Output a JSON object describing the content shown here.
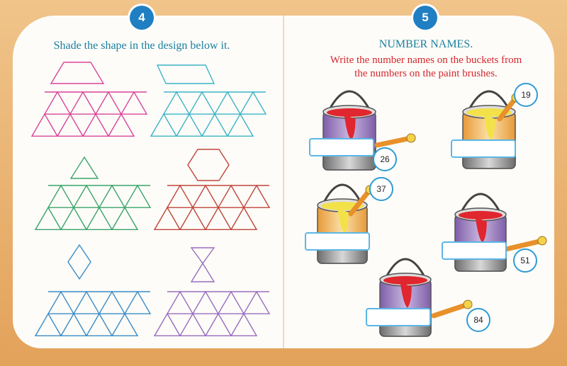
{
  "left_page": {
    "number": "4",
    "instruction": "Shade the shape in the design below it."
  },
  "right_page": {
    "number": "5",
    "title": "NUMBER NAMES.",
    "instruction_line1": "Write the number names on the buckets from",
    "instruction_line2": "the numbers on the paint brushes.",
    "brush_numbers": [
      "26",
      "19",
      "37",
      "51",
      "84"
    ]
  },
  "colors": {
    "pink": "#d9459a",
    "teal": "#3cb4c8",
    "green": "#3aa36a",
    "red": "#c0443a",
    "blue": "#3a8cc8",
    "purple": "#9a6cc0"
  }
}
